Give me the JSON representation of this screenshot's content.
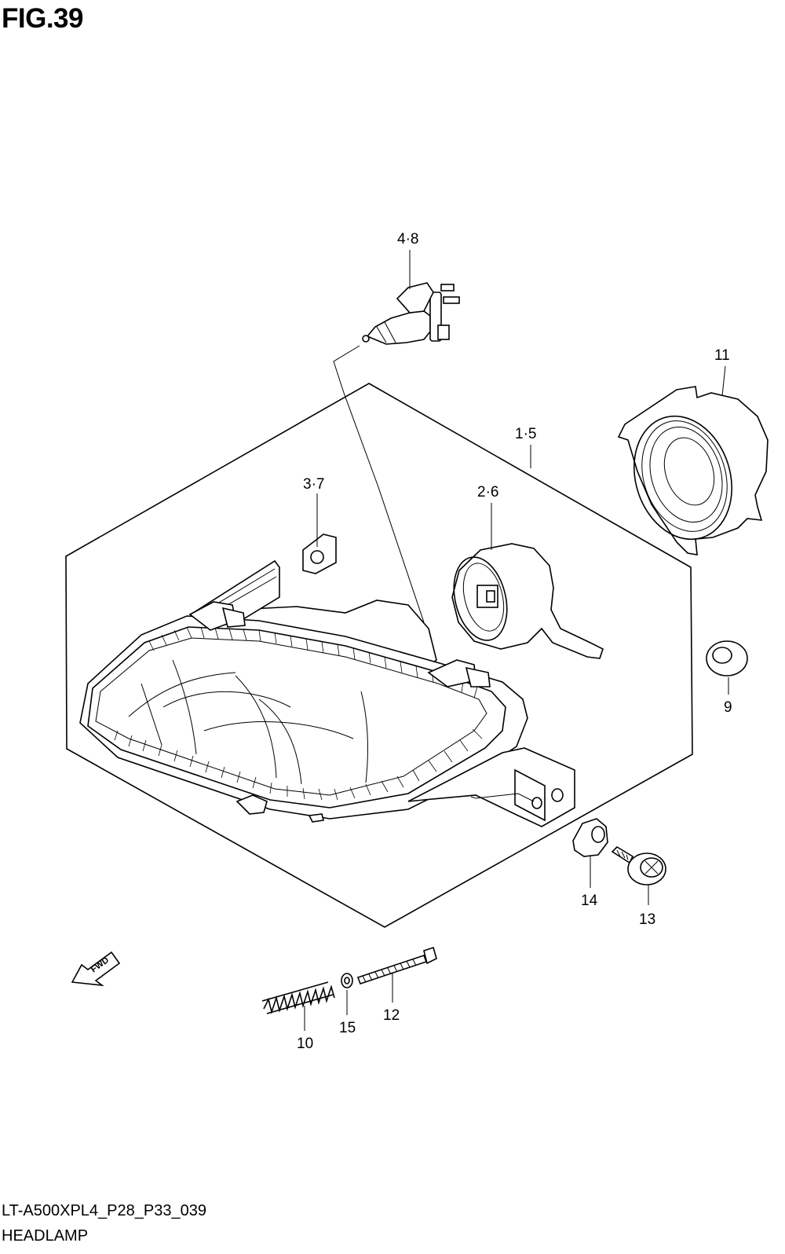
{
  "figure": {
    "title": "FIG.39"
  },
  "footer": {
    "code": "LT-A500XPL4_P28_P33_039",
    "name": "HEADLAMP"
  },
  "fwd_label": "FWD",
  "callouts": [
    {
      "id": "c48",
      "label": "4·8"
    },
    {
      "id": "c11",
      "label": "11"
    },
    {
      "id": "c15",
      "label": "1·5"
    },
    {
      "id": "c37",
      "label": "3·7"
    },
    {
      "id": "c26",
      "label": "2·6"
    },
    {
      "id": "c9",
      "label": "9"
    },
    {
      "id": "c14",
      "label": "14"
    },
    {
      "id": "c13",
      "label": "13"
    },
    {
      "id": "c12",
      "label": "12"
    },
    {
      "id": "c10",
      "label": "10"
    },
    {
      "id": "c15b",
      "label": "15"
    }
  ]
}
